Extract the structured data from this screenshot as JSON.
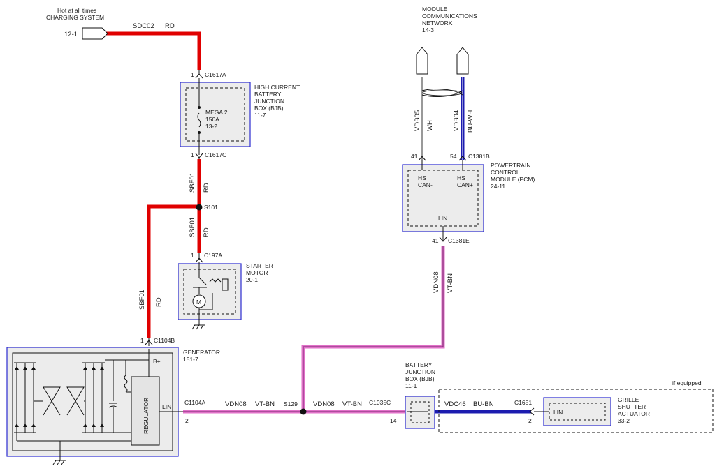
{
  "colors": {
    "red": "#e00000",
    "blue": "#1c1cb0",
    "pink": "#e070c8",
    "pink_core": "#7a2a70",
    "box_blue": "#2b2bd0",
    "box_fill": "#ececec"
  },
  "charging": {
    "line1": "Hot at all times",
    "line2": "CHARGING SYSTEM",
    "ref": "12-1",
    "wire": "SDC02",
    "color": "RD"
  },
  "bjb_high": {
    "lines": [
      "HIGH CURRENT",
      "BATTERY",
      "JUNCTION",
      "BOX (BJB)",
      "11-7"
    ],
    "fuse_lines": [
      "MEGA 2",
      "150A",
      "13-2"
    ],
    "conn_top": "C1617A",
    "pin_top": "1",
    "conn_bottom": "C1617C",
    "pin_bottom": "1"
  },
  "wire_sbf01": {
    "name": "SBF01",
    "color": "RD"
  },
  "splice_s101": "S101",
  "starter": {
    "lines": [
      "STARTER",
      "MOTOR",
      "20-1"
    ],
    "conn": "C197A",
    "pin": "1"
  },
  "generator": {
    "lines": [
      "GENERATOR",
      "151-7"
    ],
    "conn_b": "C1104B",
    "pin_b": "1",
    "bplus": "B+",
    "regulator": "REGULATOR",
    "lin": "LIN",
    "conn_a": "C1104A",
    "pin_a": "2"
  },
  "comm_network": {
    "lines": [
      "MODULE",
      "COMMUNICATIONS",
      "NETWORK",
      "14-3"
    ]
  },
  "can_wires": {
    "left_name": "VDB05",
    "left_color": "WH",
    "right_name": "VDB04",
    "right_color": "BU-WH"
  },
  "pcm": {
    "lines": [
      "POWERTRAIN",
      "CONTROL",
      "MODULE (PCM)",
      "24-11"
    ],
    "conn_top": "C1381B",
    "pin_left": "41",
    "pin_right": "54",
    "hs_left": [
      "HS",
      "CAN-"
    ],
    "hs_right": [
      "HS",
      "CAN+"
    ],
    "lin": "LIN",
    "conn_bottom": "C1381E",
    "pin_bottom": "41"
  },
  "wire_vdn08": {
    "name": "VDN08",
    "color": "VT-BN"
  },
  "splice_s129": "S129",
  "bjb": {
    "lines": [
      "BATTERY",
      "JUNCTION",
      "BOX (BJB)",
      "11-1"
    ],
    "conn": "C1035C",
    "pin": "14"
  },
  "wire_vdc46": {
    "name": "VDC46",
    "color": "BU-BN"
  },
  "grille": {
    "lines": [
      "GRILLE",
      "SHUTTER",
      "ACTUATOR",
      "33-2"
    ],
    "conn": "C1651",
    "pin": "2",
    "lin": "LIN",
    "if_equipped": "if equipped"
  }
}
